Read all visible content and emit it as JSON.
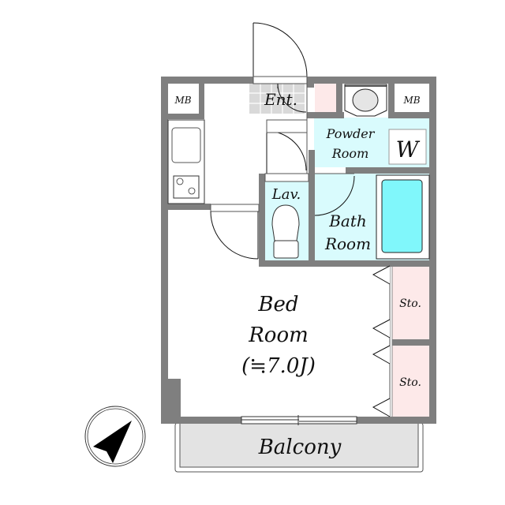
{
  "plan": {
    "rooms": {
      "entrance": "Ent.",
      "mb_left": "MB",
      "mb_right": "MB",
      "powder_room_line1": "Powder",
      "powder_room_line2": "Room",
      "washer": "W",
      "lavatory": "Lav.",
      "bath_line1": "Bath",
      "bath_line2": "Room",
      "bed_line1": "Bed",
      "bed_line2": "Room",
      "bed_size": "(≒7.0J)",
      "storage_1": "Sto.",
      "storage_2": "Sto.",
      "balcony": "Balcony"
    },
    "colors": {
      "wall": "#7f7f7f",
      "wet_area": "#d9fbfd",
      "bathtub": "#80f7fb",
      "storage": "#fde9e9",
      "balcony": "#e3e3e3",
      "entrance_tile": "#d9d9d9"
    },
    "compass": {
      "icon": "north-arrow-icon"
    }
  }
}
